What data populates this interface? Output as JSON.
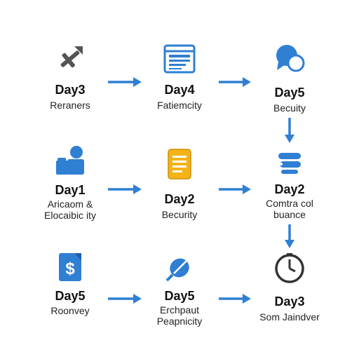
{
  "colors": {
    "accent": "#2f7fd3",
    "icon_dark": "#555555",
    "icon_yellow": "#f2b418",
    "text": "#111111"
  },
  "nodes": [
    {
      "day": "Day3",
      "desc": "Reraners",
      "icon": "tools-icon"
    },
    {
      "day": "Day4",
      "desc": "Fatiemcity",
      "icon": "document-browser-icon"
    },
    {
      "day": "Day5",
      "desc": "Becuity",
      "icon": "chat-bubbles-icon"
    },
    {
      "day": "Day1",
      "desc": "Aricaom &\nElocaibic ity",
      "icon": "team-people-icon"
    },
    {
      "day": "Day2",
      "desc": "Becurity",
      "icon": "notepad-icon"
    },
    {
      "day": "Day2",
      "desc": "Comtra col\nbuance",
      "icon": "server-stack-icon"
    },
    {
      "day": "Day5",
      "desc": "Roonvey",
      "icon": "dollar-icon"
    },
    {
      "day": "Day5",
      "desc": "Erchpaut\nPeapnicity",
      "icon": "pen-nib-icon"
    },
    {
      "day": "Day3",
      "desc": "Som Jaindver",
      "icon": "clock-icon"
    }
  ]
}
